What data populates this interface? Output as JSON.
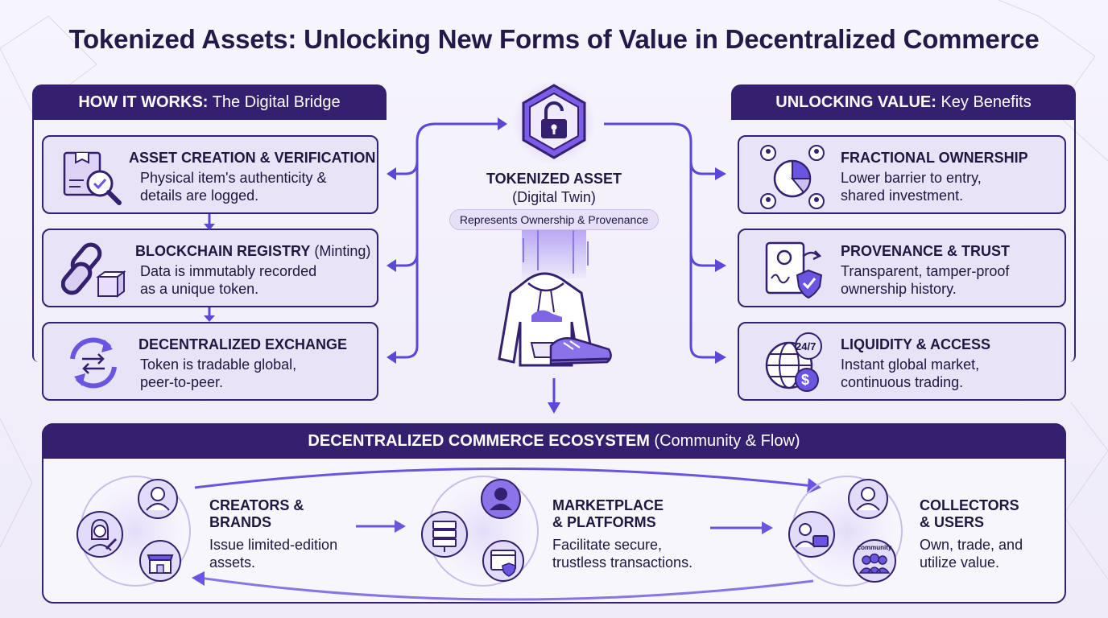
{
  "title": "Tokenized Assets: Unlocking New Forms of Value in Decentralized Commerce",
  "left_panel": {
    "header_bold": "HOW IT WORKS:",
    "header_rest": " The Digital Bridge",
    "steps": [
      {
        "title": "ASSET CREATION & VERIFICATION",
        "title_extra": "",
        "desc1": "Physical item's authenticity &",
        "desc2": "details are logged.",
        "icon": "document-magnifier-icon"
      },
      {
        "title": "BLOCKCHAIN REGISTRY",
        "title_extra": " (Minting)",
        "desc1": "Data is immutably recorded",
        "desc2": "as a unique token.",
        "icon": "chain-link-icon"
      },
      {
        "title": "DECENTRALIZED EXCHANGE",
        "title_extra": "",
        "desc1": "Token is tradable global,",
        "desc2": "peer-to-peer.",
        "icon": "exchange-arrows-icon"
      }
    ]
  },
  "center": {
    "title": "TOKENIZED ASSET",
    "subtitle": "(Digital Twin)",
    "badge": "Represents Ownership & Provenance",
    "icon": "unlocked-padlock-icon"
  },
  "right_panel": {
    "header_bold": "UNLOCKING VALUE:",
    "header_rest": " Key Benefits",
    "benefits": [
      {
        "title": "FRACTIONAL OWNERSHIP",
        "desc1": "Lower barrier to entry,",
        "desc2": "shared investment.",
        "icon": "pie-chart-people-icon"
      },
      {
        "title": "PROVENANCE & TRUST",
        "desc1": "Transparent, tamper-proof",
        "desc2": "ownership history.",
        "icon": "certificate-shield-icon"
      },
      {
        "title": "LIQUIDITY & ACCESS",
        "desc1": "Instant global market,",
        "desc2": "continuous trading.",
        "icon": "globe-dollar-icon",
        "badge": "24/7"
      }
    ]
  },
  "ecosystem": {
    "header_bold": "DECENTRALIZED COMMERCE ECOSYSTEM",
    "header_rest": " (Community & Flow)",
    "nodes": [
      {
        "title1": "CREATORS &",
        "title2": "BRANDS",
        "desc1": "Issue limited-edition",
        "desc2": "assets."
      },
      {
        "title1": "MARKETPLACE",
        "title2": "& PLATFORMS",
        "desc1": "Facilitate secure,",
        "desc2": "trustless transactions."
      },
      {
        "title1": "COLLECTORS",
        "title2": "& USERS",
        "desc1": "Own, trade, and",
        "desc2": "utilize value.",
        "tag": "community"
      }
    ]
  },
  "colors": {
    "primary": "#34206e",
    "accent": "#6a55e0",
    "card": "#e9e3f7",
    "glow": "#8b5cf6"
  }
}
